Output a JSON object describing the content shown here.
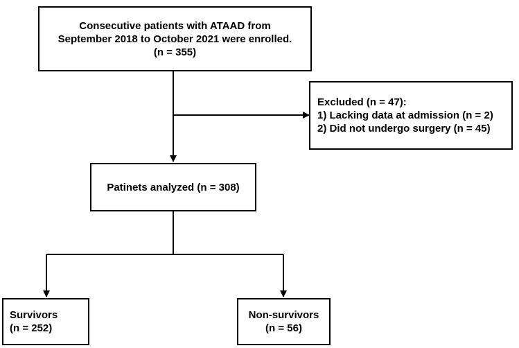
{
  "boxes": {
    "enrolled": {
      "line1": "Consecutive patients with ATAAD  from",
      "line2": "September 2018 to October 2021 were enrolled.",
      "line3": "(n = 355)"
    },
    "excluded": {
      "line1": "Excluded (n = 47):",
      "line2": "1) Lacking data at admission (n = 2)",
      "line3": "2) Did not undergo surgery (n = 45)"
    },
    "analyzed": {
      "line1": "Patinets analyzed (n = 308)"
    },
    "survivors": {
      "line1": "Survivors",
      "line2": "(n = 252)"
    },
    "non_survivors": {
      "line1": "Non-survivors",
      "line2": "(n = 56)"
    }
  },
  "colors": {
    "stroke": "#000000",
    "background": "#ffffff"
  }
}
